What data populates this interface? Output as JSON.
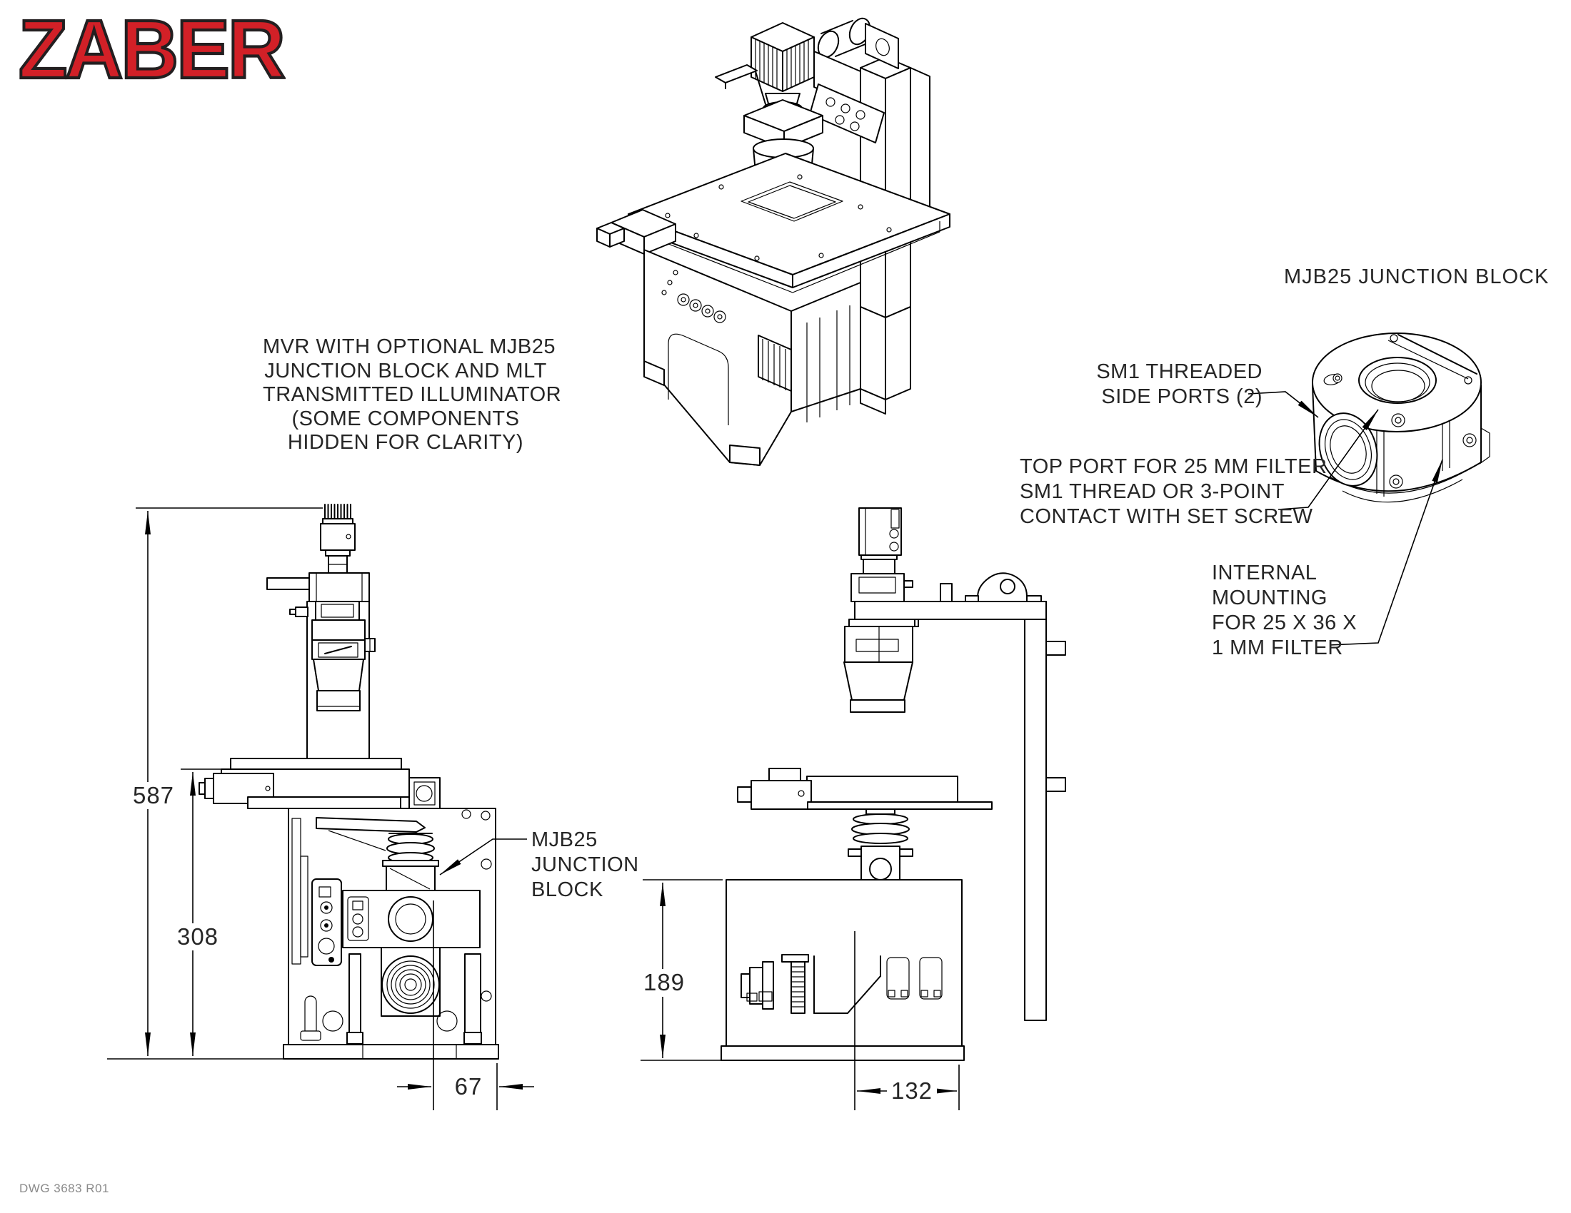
{
  "page": {
    "background": "#ffffff"
  },
  "logo": {
    "text": "ZABER",
    "fill_color": "#d22027",
    "outline_color": "#231f20"
  },
  "caption": {
    "line1": "MVR WITH OPTIONAL MJB25",
    "line2": "JUNCTION BLOCK AND MLT",
    "line3": "TRANSMITTED ILLUMINATOR",
    "line4": "(SOME COMPONENTS",
    "line5": "HIDDEN FOR CLARITY)"
  },
  "titles": {
    "junction_block_view": "MJB25 JUNCTION BLOCK"
  },
  "callouts": {
    "sm1_side_ports": {
      "line1": "SM1 THREADED",
      "line2": "SIDE PORTS (2)"
    },
    "top_port": {
      "line1": "TOP PORT FOR 25 MM FILTER",
      "line2": "SM1 THREAD OR 3-POINT",
      "line3": "CONTACT WITH SET SCREW"
    },
    "internal_mounting": {
      "line1": "INTERNAL",
      "line2": "MOUNTING",
      "line3": "FOR 25 X 36 X",
      "line4": "1 MM FILTER"
    },
    "front_junction_block": {
      "line1": "MJB25",
      "line2": "JUNCTION",
      "line3": "BLOCK"
    }
  },
  "dimensions": {
    "front_total_height": "587",
    "front_lower_height": "308",
    "front_base_offset": "67",
    "side_lower_height": "189",
    "side_base_offset": "132"
  },
  "footer": {
    "drawing_number": "DWG 3683 R01"
  },
  "colors": {
    "line": "#000000",
    "text": "#262626",
    "logo_red": "#d22027"
  }
}
